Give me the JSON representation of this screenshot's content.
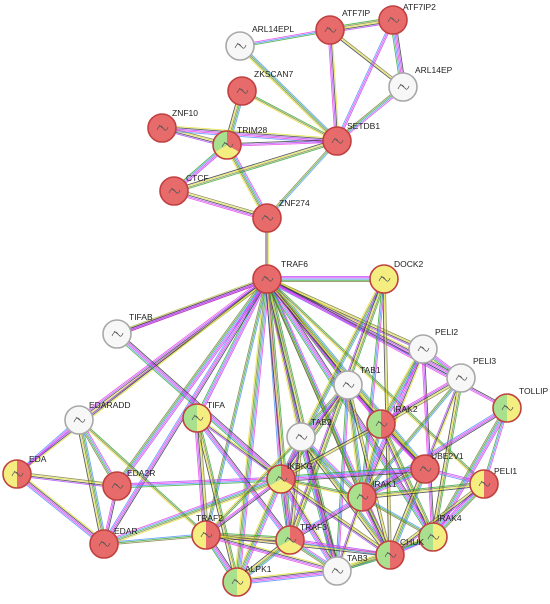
{
  "colors": {
    "red": "#e86b6b",
    "yellow": "#f4ee80",
    "green": "#a8e08e",
    "white": "#f7f7f7",
    "red_stroke": "#c04040",
    "gray_stroke": "#a8a8a8"
  },
  "edge_palette": [
    "#e838e8",
    "#4a8cff",
    "#2aa52a",
    "#7a7a3a",
    "#e0e02a",
    "#333333",
    "#b040ff"
  ],
  "nodes": [
    {
      "id": "ARL14EPL",
      "label": "ARL14EPL",
      "fill": "white"
    },
    {
      "id": "ATF7IP",
      "label": "ATF7IP",
      "fill": "red"
    },
    {
      "id": "ATF7IP2",
      "label": "ATF7IP2",
      "fill": "red"
    },
    {
      "id": "ARL14EP",
      "label": "ARL14EP",
      "fill": "white"
    },
    {
      "id": "ZKSCAN7",
      "label": "ZKSCAN7",
      "fill": "red"
    },
    {
      "id": "ZNF10",
      "label": "ZNF10",
      "fill": "red"
    },
    {
      "id": "TRIM28",
      "label": "TRIM28",
      "fill": [
        "red",
        "yellow",
        "green"
      ]
    },
    {
      "id": "SETDB1",
      "label": "SETDB1",
      "fill": "red"
    },
    {
      "id": "CTCF",
      "label": "CTCF",
      "fill": "red"
    },
    {
      "id": "ZNF274",
      "label": "ZNF274",
      "fill": "red"
    },
    {
      "id": "TRAF6",
      "label": "TRAF6",
      "fill": "red"
    },
    {
      "id": "DOCK2",
      "label": "DOCK2",
      "fill": "yellow"
    },
    {
      "id": "TIFAB",
      "label": "TIFAB",
      "fill": "white"
    },
    {
      "id": "PELI2",
      "label": "PELI2",
      "fill": "white"
    },
    {
      "id": "PELI3",
      "label": "PELI3",
      "fill": "white"
    },
    {
      "id": "TAB1",
      "label": "TAB1",
      "fill": "white"
    },
    {
      "id": "TOLLIP",
      "label": "TOLLIP",
      "fill": [
        "yellow",
        "green"
      ]
    },
    {
      "id": "EDARADD",
      "label": "EDARADD",
      "fill": "white"
    },
    {
      "id": "TIFA",
      "label": "TIFA",
      "fill": [
        "yellow",
        "green"
      ]
    },
    {
      "id": "IRAK2",
      "label": "IRAK2",
      "fill": [
        "red",
        "green"
      ]
    },
    {
      "id": "TAB2",
      "label": "TAB2",
      "fill": "white"
    },
    {
      "id": "EDA",
      "label": "EDA",
      "fill": [
        "red",
        "yellow"
      ]
    },
    {
      "id": "UBE2V1",
      "label": "UBE2V1",
      "fill": "red"
    },
    {
      "id": "IKBKG",
      "label": "IKBKG",
      "fill": [
        "red",
        "yellow",
        "green"
      ]
    },
    {
      "id": "PELI1",
      "label": "PELI1",
      "fill": [
        "red",
        "yellow"
      ]
    },
    {
      "id": "EDA2R",
      "label": "EDA2R",
      "fill": "red"
    },
    {
      "id": "IRAK1",
      "label": "IRAK1",
      "fill": [
        "red",
        "green"
      ]
    },
    {
      "id": "IRAK4",
      "label": "IRAK4",
      "fill": [
        "yellow",
        "green"
      ]
    },
    {
      "id": "EDAR",
      "label": "EDAR",
      "fill": "red"
    },
    {
      "id": "TRAF2",
      "label": "TRAF2",
      "fill": [
        "red",
        "yellow"
      ]
    },
    {
      "id": "TRAF3",
      "label": "TRAF3",
      "fill": [
        "red",
        "yellow",
        "green"
      ]
    },
    {
      "id": "CHUK",
      "label": "CHUK",
      "fill": [
        "red",
        "green"
      ]
    },
    {
      "id": "TAB3",
      "label": "TAB3",
      "fill": "white"
    },
    {
      "id": "ALPK1",
      "label": "ALPK1",
      "fill": [
        "yellow",
        "green"
      ]
    }
  ],
  "edges": [
    [
      "ARL14EPL",
      "ATF7IP"
    ],
    [
      "ARL14EPL",
      "SETDB1"
    ],
    [
      "ATF7IP",
      "ATF7IP2"
    ],
    [
      "ATF7IP",
      "ARL14EP"
    ],
    [
      "ATF7IP",
      "SETDB1"
    ],
    [
      "ATF7IP2",
      "ARL14EP"
    ],
    [
      "ATF7IP2",
      "SETDB1"
    ],
    [
      "ARL14EP",
      "SETDB1"
    ],
    [
      "ZKSCAN7",
      "TRIM28"
    ],
    [
      "ZKSCAN7",
      "SETDB1"
    ],
    [
      "ZNF10",
      "TRIM28"
    ],
    [
      "ZNF10",
      "SETDB1"
    ],
    [
      "TRIM28",
      "SETDB1"
    ],
    [
      "TRIM28",
      "CTCF"
    ],
    [
      "TRIM28",
      "ZNF274"
    ],
    [
      "SETDB1",
      "ZNF274"
    ],
    [
      "SETDB1",
      "CTCF"
    ],
    [
      "CTCF",
      "ZNF274"
    ],
    [
      "ZNF274",
      "TRAF6"
    ],
    [
      "TRAF6",
      "TIFAB"
    ],
    [
      "TRAF6",
      "DOCK2"
    ],
    [
      "TRAF6",
      "TAB1"
    ],
    [
      "TRAF6",
      "TAB2"
    ],
    [
      "TRAF6",
      "TAB3"
    ],
    [
      "TRAF6",
      "IRAK1"
    ],
    [
      "TRAF6",
      "IRAK2"
    ],
    [
      "TRAF6",
      "IRAK4"
    ],
    [
      "TRAF6",
      "IKBKG"
    ],
    [
      "TRAF6",
      "CHUK"
    ],
    [
      "TRAF6",
      "UBE2V1"
    ],
    [
      "TRAF6",
      "PELI1"
    ],
    [
      "TRAF6",
      "PELI2"
    ],
    [
      "TRAF6",
      "PELI3"
    ],
    [
      "TRAF6",
      "TOLLIP"
    ],
    [
      "TRAF6",
      "TIFA"
    ],
    [
      "TRAF6",
      "ALPK1"
    ],
    [
      "TRAF6",
      "TRAF2"
    ],
    [
      "TRAF6",
      "TRAF3"
    ],
    [
      "TRAF6",
      "EDARADD"
    ],
    [
      "TRAF6",
      "EDA"
    ],
    [
      "TRAF6",
      "EDAR"
    ],
    [
      "TRAF6",
      "EDA2R"
    ],
    [
      "DOCK2",
      "IRAK1"
    ],
    [
      "DOCK2",
      "IKBKG"
    ],
    [
      "DOCK2",
      "TRAF3"
    ],
    [
      "DOCK2",
      "CHUK"
    ],
    [
      "TIFAB",
      "TRAF6"
    ],
    [
      "TIFAB",
      "IKBKG"
    ],
    [
      "EDARADD",
      "EDA"
    ],
    [
      "EDARADD",
      "EDA2R"
    ],
    [
      "EDARADD",
      "EDAR"
    ],
    [
      "EDARADD",
      "TRAF2"
    ],
    [
      "EDA",
      "EDA2R"
    ],
    [
      "EDA",
      "EDAR"
    ],
    [
      "EDA2R",
      "EDAR"
    ],
    [
      "EDA2R",
      "IKBKG"
    ],
    [
      "EDAR",
      "IKBKG"
    ],
    [
      "EDAR",
      "TRAF2"
    ],
    [
      "TIFA",
      "ALPK1"
    ],
    [
      "TIFA",
      "TRAF2"
    ],
    [
      "TIFA",
      "IKBKG"
    ],
    [
      "TIFA",
      "TRAF3"
    ],
    [
      "TAB1",
      "TAB2"
    ],
    [
      "TAB1",
      "TAB3"
    ],
    [
      "TAB1",
      "IRAK1"
    ],
    [
      "TAB1",
      "IKBKG"
    ],
    [
      "TAB1",
      "CHUK"
    ],
    [
      "TAB1",
      "UBE2V1"
    ],
    [
      "TAB2",
      "TAB3"
    ],
    [
      "TAB2",
      "IKBKG"
    ],
    [
      "TAB2",
      "IRAK1"
    ],
    [
      "TAB2",
      "CHUK"
    ],
    [
      "TAB2",
      "TRAF2"
    ],
    [
      "TAB2",
      "TRAF3"
    ],
    [
      "PELI2",
      "IRAK1"
    ],
    [
      "PELI2",
      "IRAK4"
    ],
    [
      "PELI2",
      "PELI3"
    ],
    [
      "PELI2",
      "IRAK2"
    ],
    [
      "PELI3",
      "IRAK1"
    ],
    [
      "PELI3",
      "IRAK4"
    ],
    [
      "PELI3",
      "IRAK2"
    ],
    [
      "PELI3",
      "UBE2V1"
    ],
    [
      "TOLLIP",
      "IRAK1"
    ],
    [
      "TOLLIP",
      "IRAK4"
    ],
    [
      "TOLLIP",
      "PELI1"
    ],
    [
      "IRAK2",
      "IRAK1"
    ],
    [
      "IRAK2",
      "IRAK4"
    ],
    [
      "IRAK2",
      "IKBKG"
    ],
    [
      "IRAK2",
      "UBE2V1"
    ],
    [
      "UBE2V1",
      "IKBKG"
    ],
    [
      "UBE2V1",
      "PELI1"
    ],
    [
      "UBE2V1",
      "IRAK1"
    ],
    [
      "UBE2V1",
      "CHUK"
    ],
    [
      "IKBKG",
      "IRAK1"
    ],
    [
      "IKBKG",
      "CHUK"
    ],
    [
      "IKBKG",
      "TAB3"
    ],
    [
      "IKBKG",
      "TRAF2"
    ],
    [
      "IKBKG",
      "TRAF3"
    ],
    [
      "IKBKG",
      "ALPK1"
    ],
    [
      "IRAK1",
      "IRAK4"
    ],
    [
      "IRAK1",
      "PELI1"
    ],
    [
      "IRAK1",
      "CHUK"
    ],
    [
      "IRAK1",
      "TAB3"
    ],
    [
      "IRAK1",
      "TRAF3"
    ],
    [
      "IRAK4",
      "PELI1"
    ],
    [
      "IRAK4",
      "CHUK"
    ],
    [
      "IRAK4",
      "TAB3"
    ],
    [
      "TRAF2",
      "TRAF3"
    ],
    [
      "TRAF2",
      "CHUK"
    ],
    [
      "TRAF2",
      "TAB3"
    ],
    [
      "TRAF2",
      "ALPK1"
    ],
    [
      "TRAF3",
      "CHUK"
    ],
    [
      "TRAF3",
      "TAB3"
    ],
    [
      "TRAF3",
      "ALPK1"
    ],
    [
      "CHUK",
      "TAB3"
    ],
    [
      "CHUK",
      "PELI1"
    ],
    [
      "ALPK1",
      "TAB3"
    ]
  ]
}
